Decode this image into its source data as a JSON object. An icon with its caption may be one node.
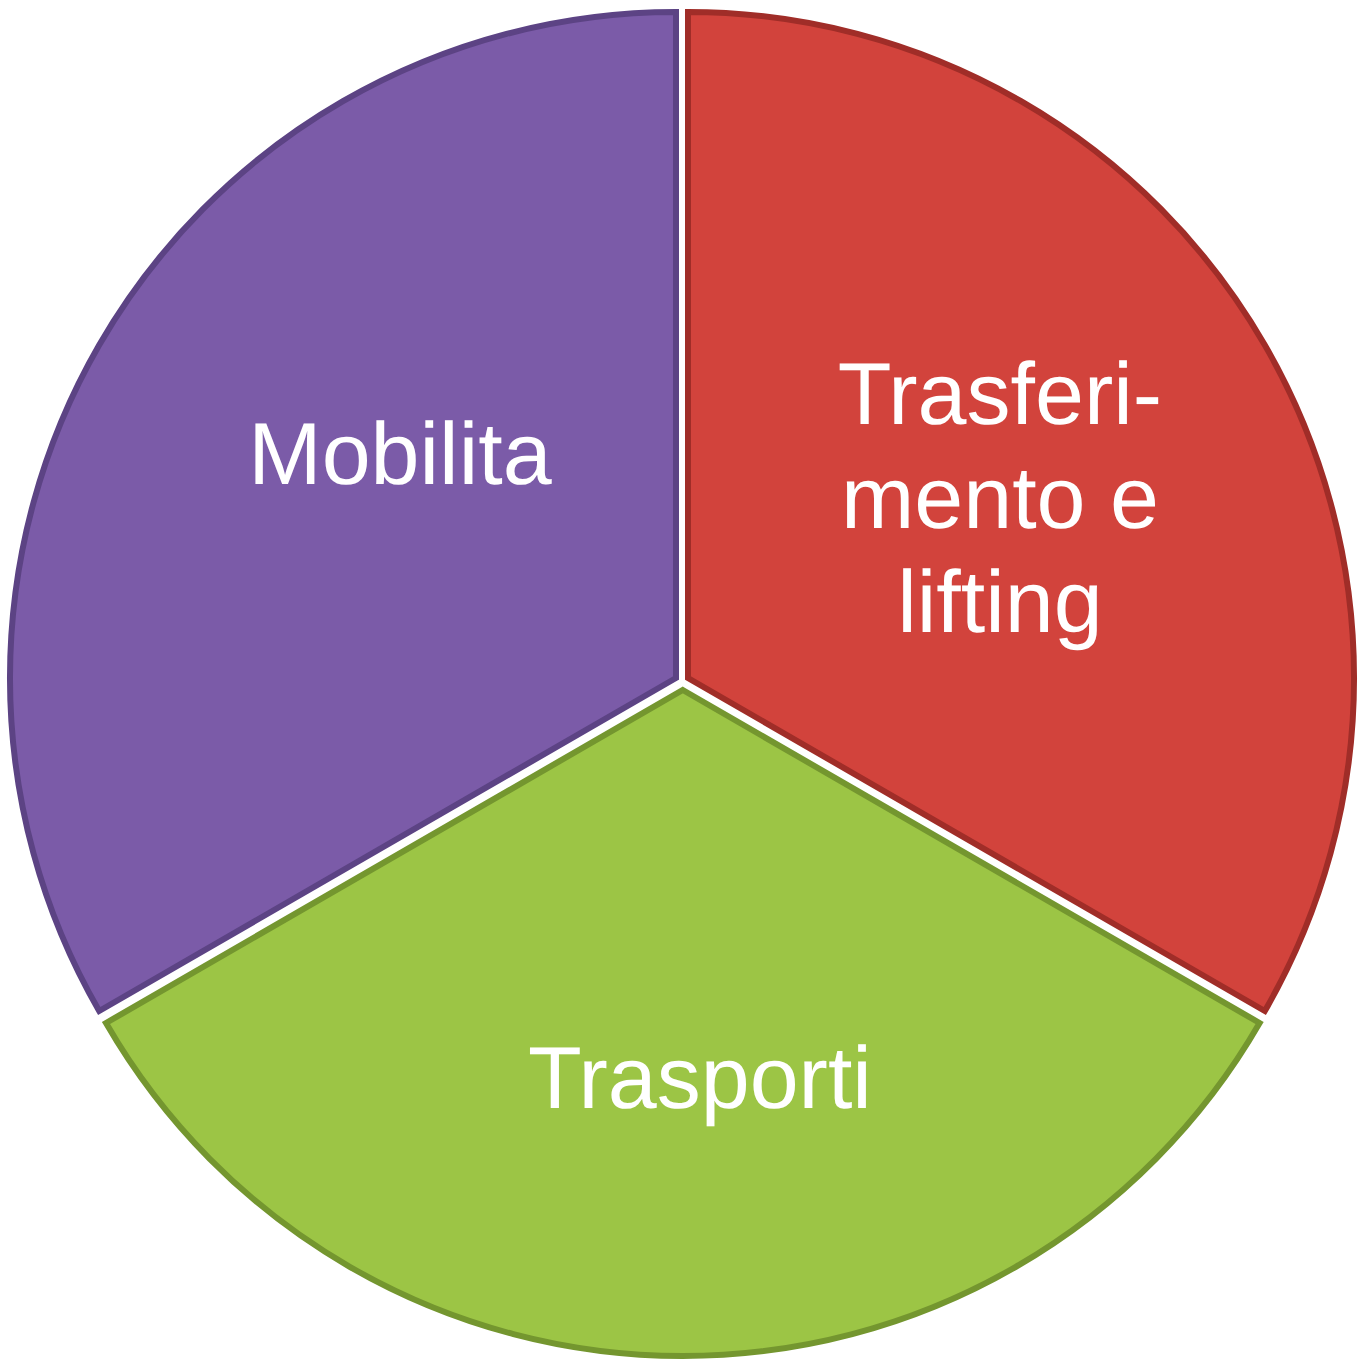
{
  "diagram": {
    "nodes": [
      {
        "text": [
          "Mobilita"
        ]
      },
      {
        "text": [
          "Trasferi- mento e lifting"
        ]
      },
      {
        "text": [
          "Trasporti"
        ]
      }
    ]
  }
}
